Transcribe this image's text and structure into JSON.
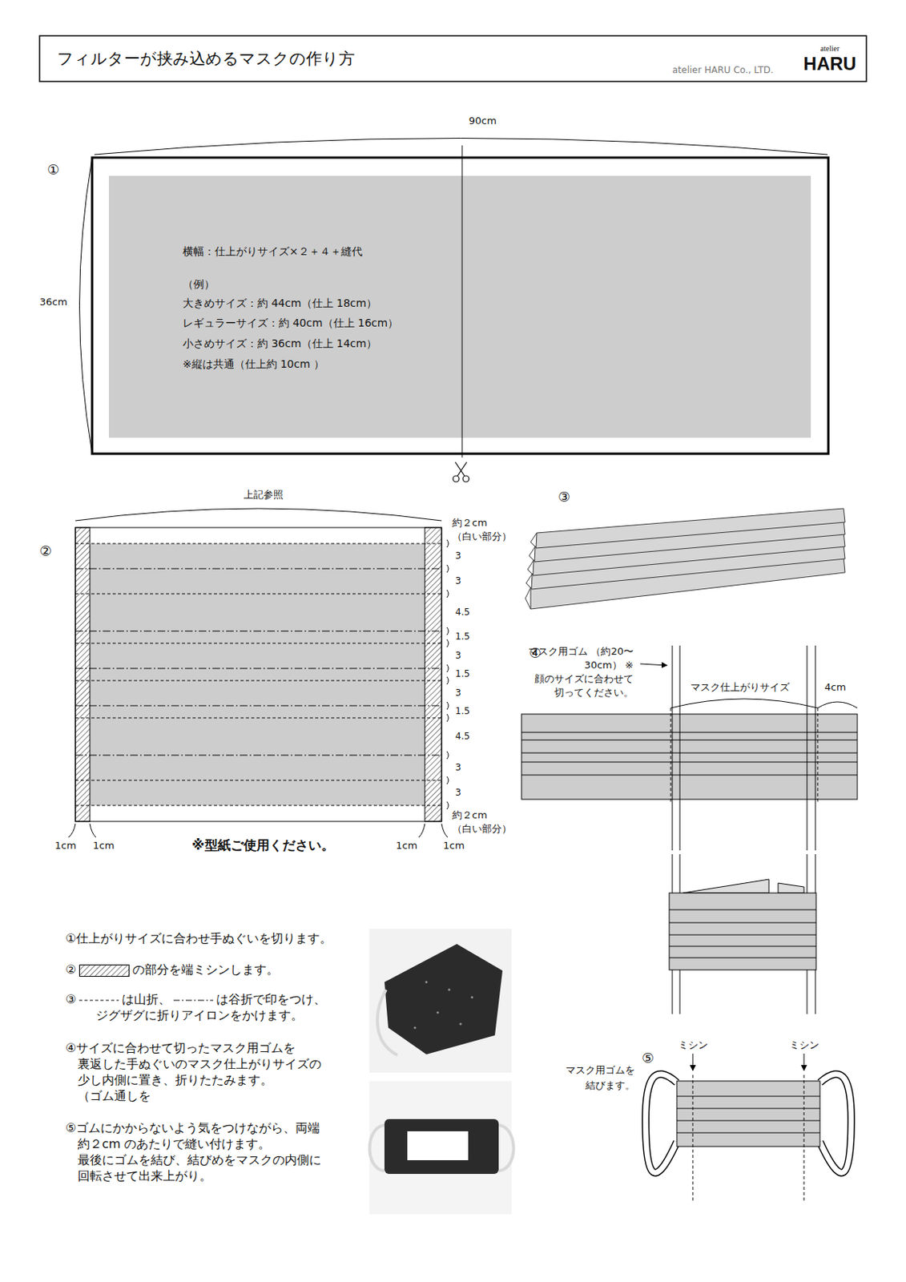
{
  "diagram": {
    "title": "フィルターが挟み込めるマスクの作り方",
    "nodes": [
      {
        "text": [
          "横幅：仕上がりサイズ×２＋４＋縫代",
          "（例）",
          "大きめサイズ：約 44cm（仕上 18cm）",
          "レギュラーサイズ：約 40cm（仕上 16cm）",
          "小さめサイズ：約 36cm（仕上 14cm）",
          "※縦は共通（仕上約 10cm ）"
        ]
      }
    ],
    "labels": [
      "atelier HARU Co., LTD.",
      "atelier",
      "HARU",
      "90cm",
      "①",
      "36cm",
      "上記参照",
      "②",
      "約２cm （白い部分）",
      "3",
      "3",
      "4.5",
      "1.5",
      "3",
      "1.5",
      "3",
      "1.5",
      "4.5",
      "3",
      "3",
      "約２cm （白い部分）",
      "1cm",
      "1cm",
      "1cm",
      "1cm",
      "※型紙ご使用ください。",
      "③",
      "④",
      "マスク用ゴム （約20〜30cm） ※顔のサイズに合わせて 切ってください。",
      "マスク仕上がりサイズ",
      "4cm",
      "⑤",
      "ミシン",
      "ミシン",
      "マスク用ゴムを 結びます。",
      "①仕上がりサイズに合わせ手ぬぐいを切ります。",
      "②",
      "の部分を端ミシンします。",
      "③",
      "は山折、",
      "は谷折で印をつけ、 ジグザグに折りアイロンをかけます。",
      "④サイズに合わせて切ったマスク用ゴムを 裏返した手ぬぐいのマスク仕上がりサイズの 少し内側に置き、折りたたみます。 （ゴム通しを",
      "⑤ゴムにかからないよう気をつけながら、両端 約２cm のあたりで縫い付けます。 最後にゴムを結び、結びめをマスクの内側に 回転させて出来上がり。"
    ]
  }
}
